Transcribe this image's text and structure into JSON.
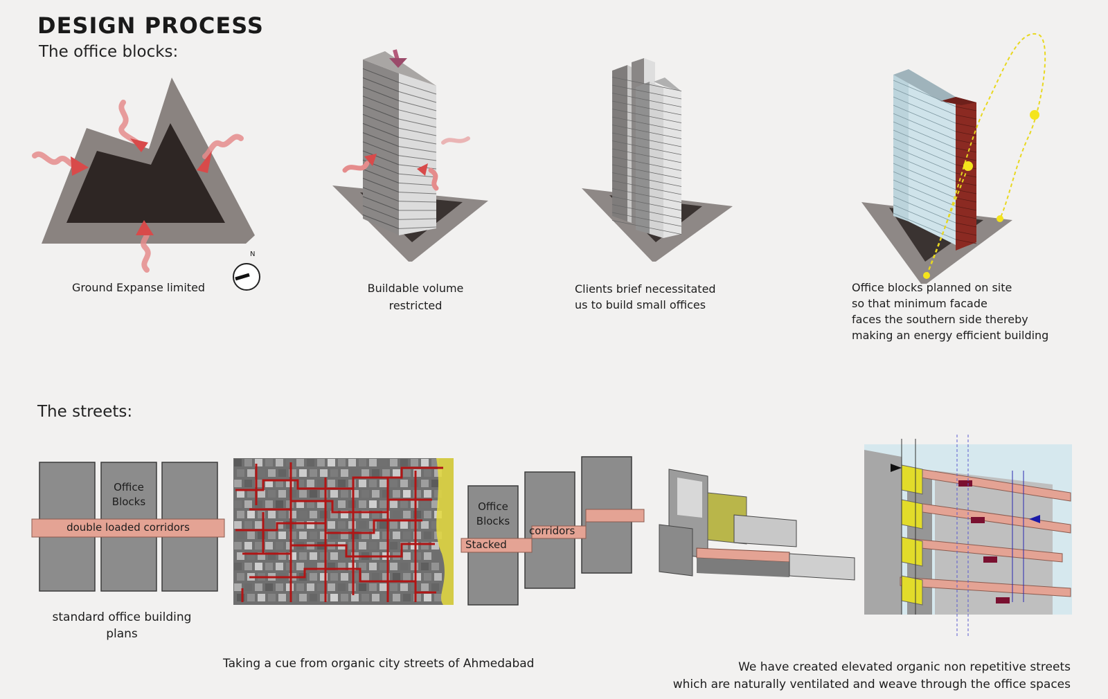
{
  "heading": "DESIGN PROCESS",
  "sections": {
    "office_blocks": "The office blocks:",
    "streets": "The streets:"
  },
  "captions": {
    "ground": "Ground Expanse limited",
    "volume_1": "Buildable volume",
    "volume_2": "restricted",
    "clients_1": "Clients brief necessitated",
    "clients_2": "us to build small offices",
    "planned_1": "Office blocks planned on site",
    "planned_2": "so that minimum facade",
    "planned_3": "faces the southern side thereby",
    "planned_4": "making an energy efficient building",
    "standard_1": "standard office building",
    "standard_2": "plans",
    "cue": "Taking a cue from  organic city streets of Ahmedabad",
    "created_1": "We have created elevated organic non repetitive streets",
    "created_2": "which are naturally ventilated and weave through the office spaces"
  },
  "labels": {
    "north": "N",
    "office_blocks_1": "Office",
    "office_blocks_2": "Blocks",
    "double_loaded": "double loaded corridors",
    "stacked_office_1": "Office",
    "stacked_office_2": "Blocks",
    "stacked": "Stacked",
    "corridors": "corridors"
  },
  "colors": {
    "site_outer": "#8a8380",
    "site_inner": "#2e2624",
    "arrow_red": "#d84a4a",
    "block_gray": "#8c8c8c",
    "corridor_pink": "#e4a394",
    "street_red": "#b01515",
    "facade_red": "#8b2a22",
    "glass_blue": "#cfe3ea",
    "sun_yellow": "#f4e41c"
  }
}
